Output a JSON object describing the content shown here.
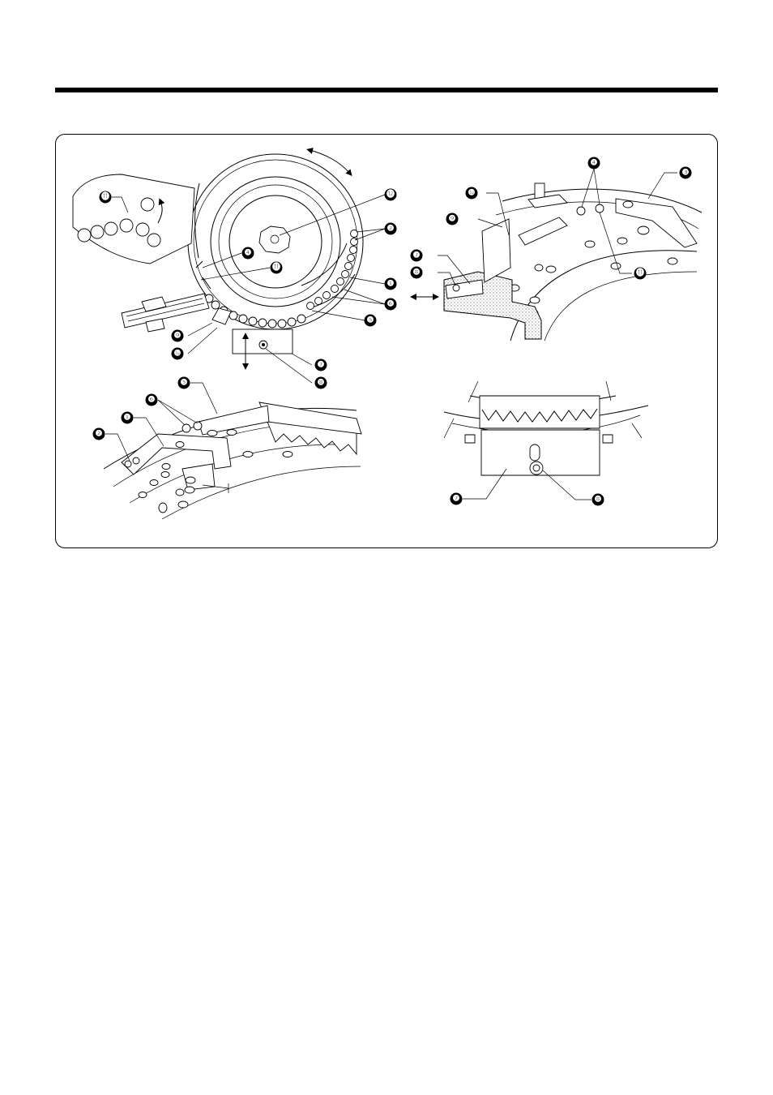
{
  "document": {
    "header_rule": "top-rule",
    "figure_panels": [
      "feeder-bowl-top-view",
      "feed-guide-perspective-right",
      "button-guide-perspective-left",
      "chute-plate-front-view"
    ]
  },
  "callouts": {
    "n1": "❶",
    "n2": "❷",
    "n3": "❸",
    "n4": "❹",
    "n5": "❺",
    "n6": "❻",
    "n7": "❼",
    "n8": "❽",
    "n9": "❾",
    "n10": "❿",
    "n11": "⓫",
    "n12": "⓬"
  },
  "icons": {
    "rotation": "curved-double-arrow-icon",
    "vertical": "double-arrow-vertical-icon",
    "horizontal": "double-arrow-horizontal-icon",
    "return": "curved-arrow-icon"
  }
}
